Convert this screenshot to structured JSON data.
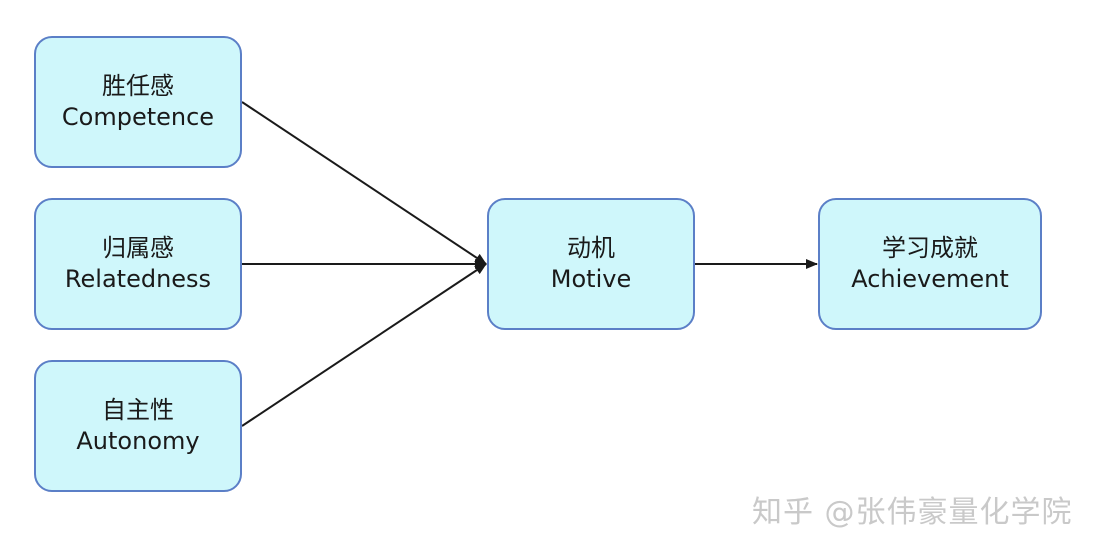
{
  "nodes": {
    "competence": {
      "zh": "胜任感",
      "en": "Competence"
    },
    "relatedness": {
      "zh": "归属感",
      "en": "Relatedness"
    },
    "autonomy": {
      "zh": "自主性",
      "en": "Autonomy"
    },
    "motive": {
      "zh": "动机",
      "en": "Motive"
    },
    "achievement": {
      "zh": "学习成就",
      "en": "Achievement"
    }
  },
  "edges": [
    {
      "from": "competence",
      "to": "motive"
    },
    {
      "from": "relatedness",
      "to": "motive"
    },
    {
      "from": "autonomy",
      "to": "motive"
    },
    {
      "from": "motive",
      "to": "achievement"
    }
  ],
  "colors": {
    "node_fill": "#cff7fb",
    "node_border": "#5b7fc7",
    "edge": "#1a1a1a",
    "watermark": "#c9c9c9"
  },
  "watermark": "知乎 @张伟豪量化学院"
}
